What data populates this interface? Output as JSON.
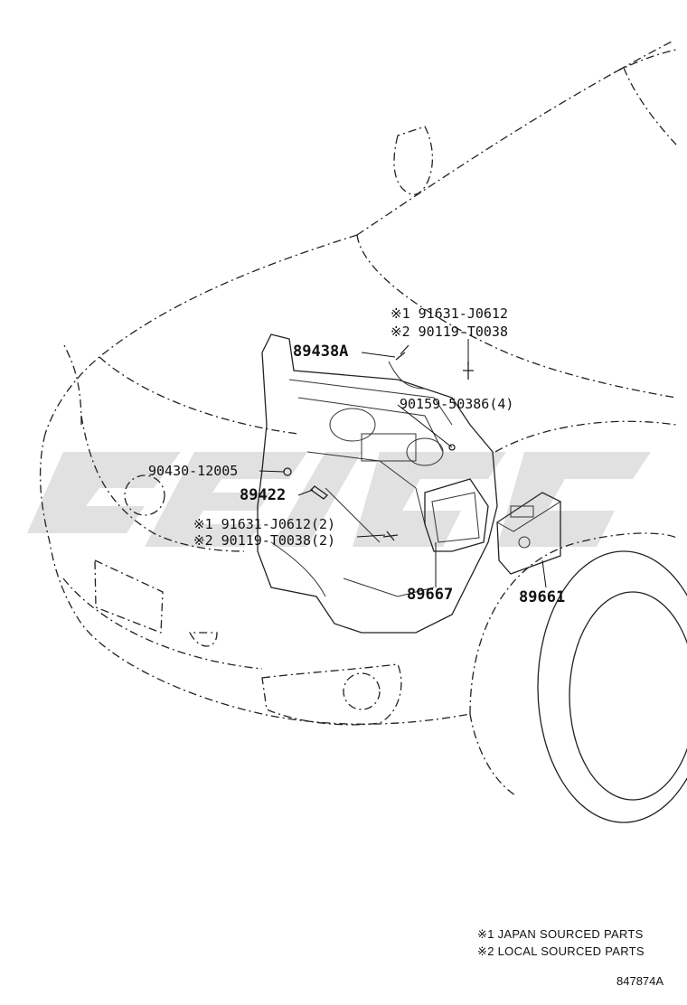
{
  "labels": {
    "p1_j": "※1 91631-J0612",
    "p1_l": "※2 90119-T0038",
    "p2": "89438A",
    "p3": "90159-50386(4)",
    "p4": "90430-12005",
    "p5": "89422",
    "p6_j": "※1 91631-J0612(2)",
    "p6_l": "※2 90119-T0038(2)",
    "p7": "89667",
    "p8": "89661"
  },
  "legend": {
    "line1": "※1 JAPAN SOURCED PARTS",
    "line2": "※2 LOCAL SOURCED PARTS"
  },
  "figure_id": "847874A",
  "colors": {
    "line": "#222222",
    "watermark": "#c8c8c8"
  }
}
